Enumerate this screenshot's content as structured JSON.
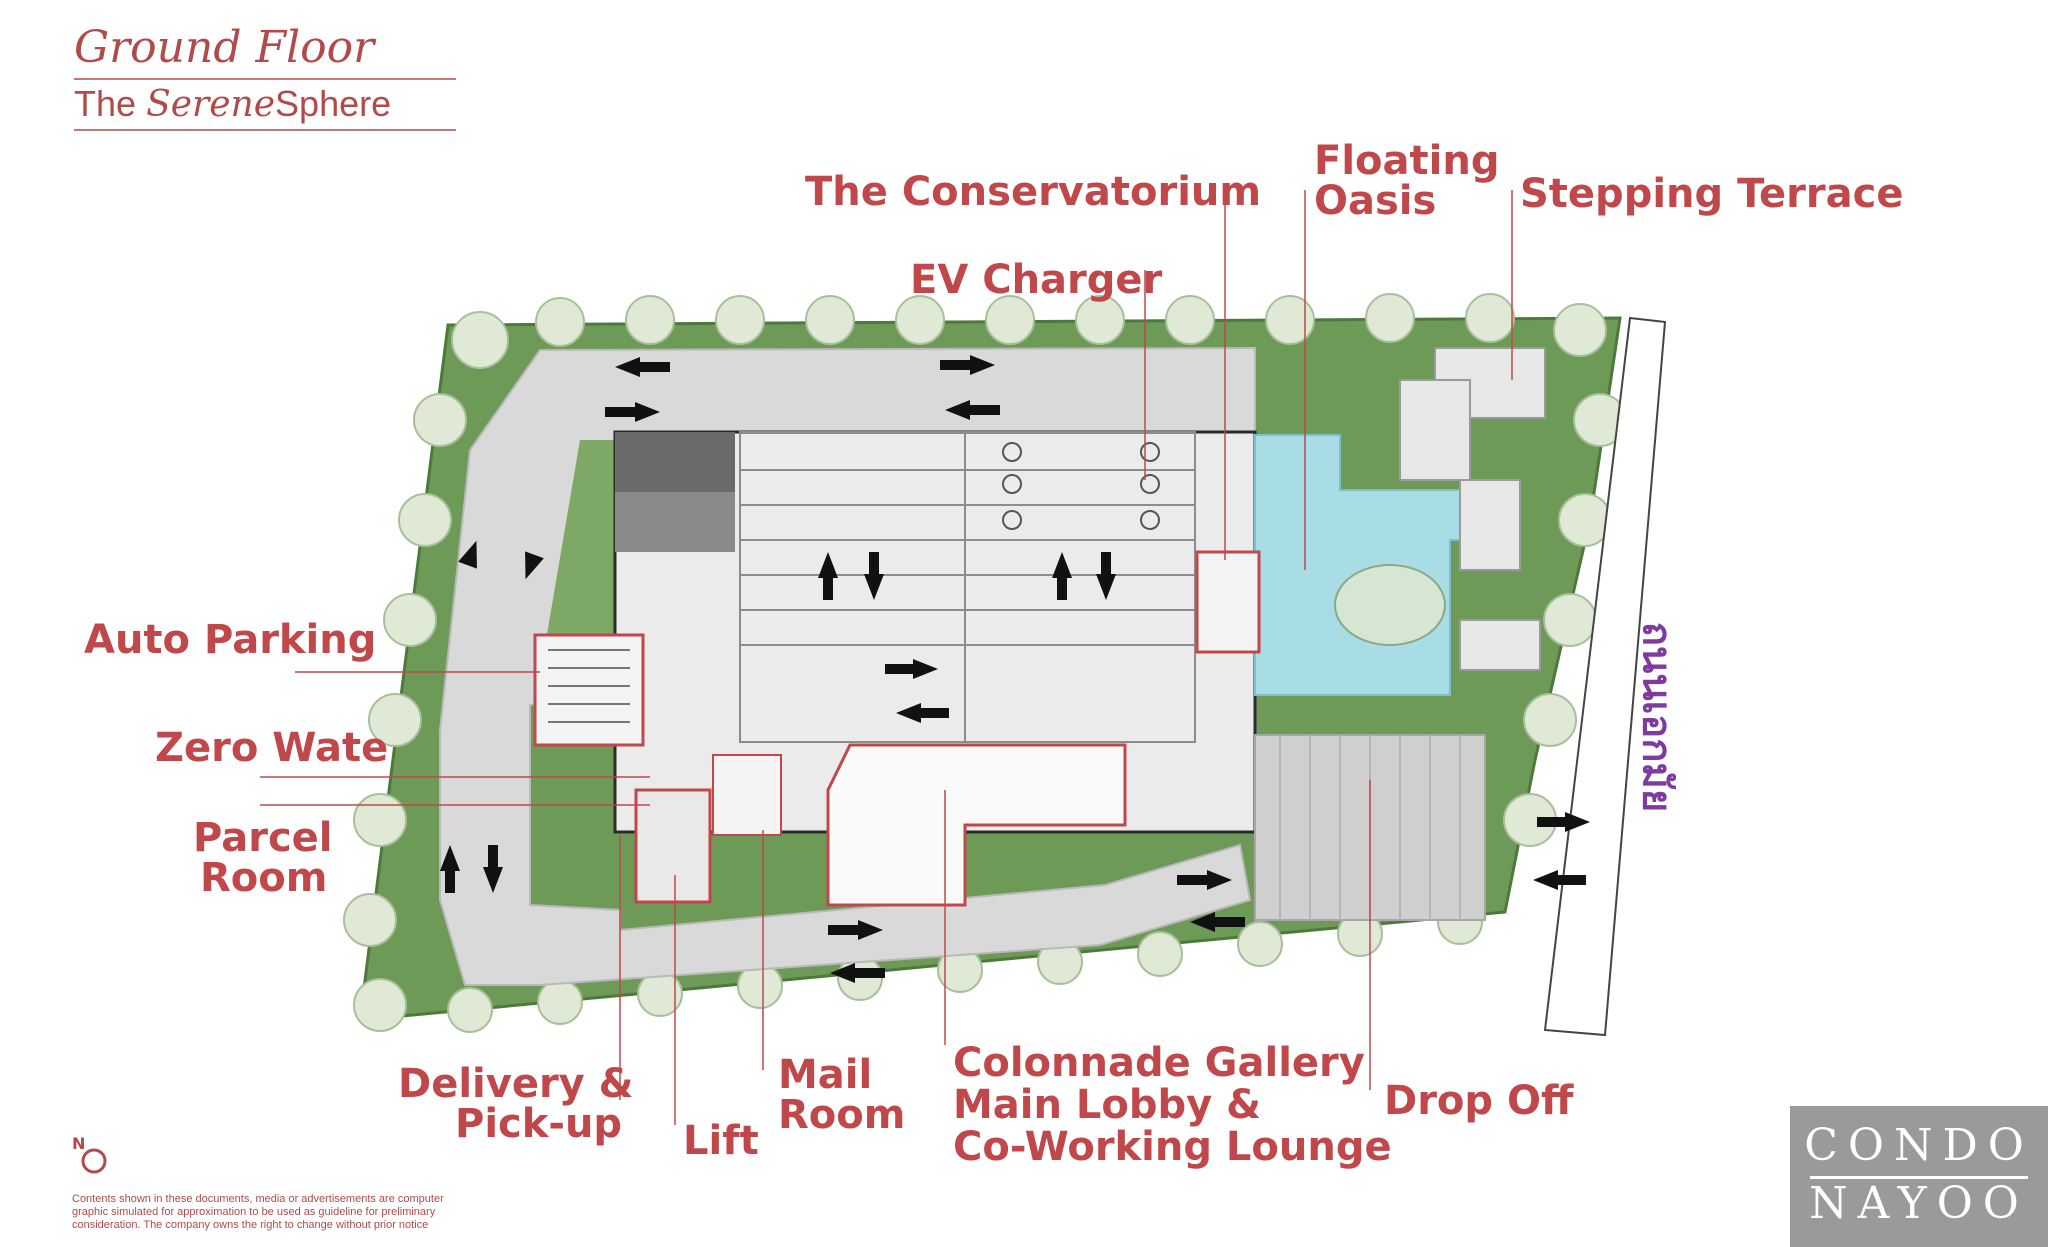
{
  "header": {
    "title": "Ground Floor",
    "subtitle_pre": "The",
    "subtitle_italic": "Serene",
    "subtitle_post": "Sphere"
  },
  "labels": {
    "conservatorium": "The Conservatorium",
    "floating_oasis_1": "Floating",
    "floating_oasis_2": "Oasis",
    "stepping_terrace": "Stepping Terrace",
    "ev_charger": "EV Charger",
    "auto_parking": "Auto Parking",
    "zero_waste": "Zero Wate",
    "parcel_room_1": "Parcel",
    "parcel_room_2": "Room",
    "delivery_1": "Delivery &",
    "delivery_2": "Pick-up",
    "lift": "Lift",
    "mail_room_1": "Mail",
    "mail_room_2": "Room",
    "colonnade_1": "Colonnade Gallery",
    "colonnade_2": "Main Lobby &",
    "colonnade_3": "Co-Working Lounge",
    "drop_off": "Drop Off",
    "road_name": "ถนนเอกมัย"
  },
  "compass_letter": "N",
  "disclaimer": "Contents shown in these documents, media or advertisements are computer graphic simulated for approximation to be used as guideline for preliminary consideration. The company owns the right to change without prior notice",
  "logo": {
    "line1": "CONDO",
    "line2": "NAYOO"
  },
  "colors": {
    "label_red": "#c0484a",
    "road_purple": "#7d3aa0",
    "lawn_green": "#6e9a58",
    "water_blue": "#a9dde6",
    "paving_grey": "#d9d9d9"
  }
}
